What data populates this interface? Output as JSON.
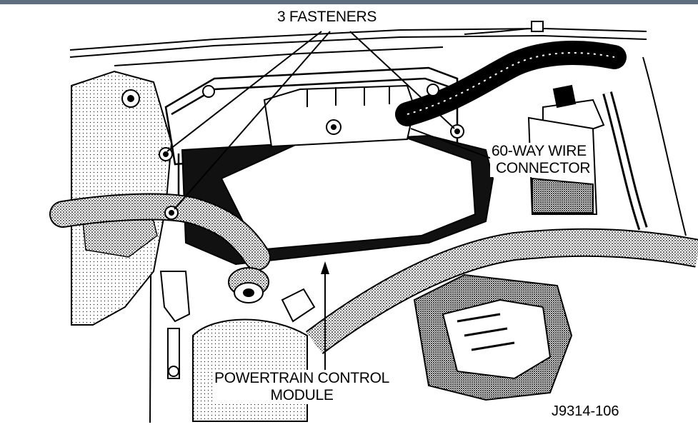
{
  "labels": {
    "fasteners": "3 FASTENERS",
    "connector_line1": "60-WAY WIRE",
    "connector_line2": "CONNECTOR",
    "module_line1": "POWERTRAIN CONTROL",
    "module_line2": "MODULE"
  },
  "figure_id": "J9314-106"
}
